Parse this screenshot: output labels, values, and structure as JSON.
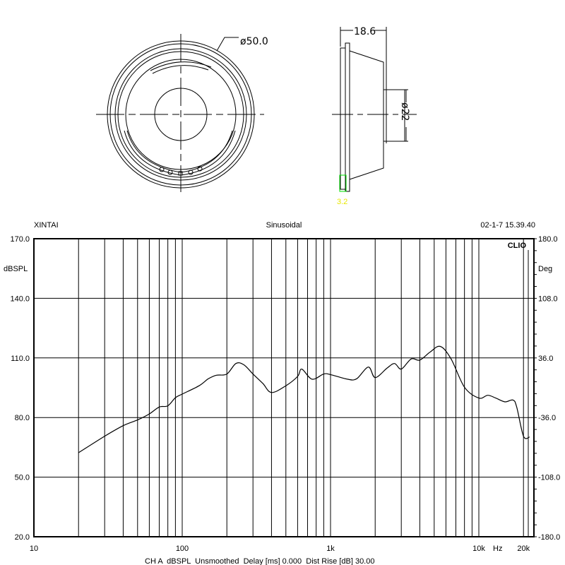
{
  "drawing": {
    "outer_diameter": "ø50.0",
    "depth": "18.6",
    "magnet_diameter": "ø22",
    "flange_thickness": "3.2"
  },
  "chart_data": {
    "type": "line",
    "header_left": "XINTAI",
    "title": "Sinusoidal",
    "header_right": "02-1-7 15.39.40",
    "brand": "CLIO",
    "ylabel": "dBSPL",
    "ylabel_right": "Deg",
    "xunit": "Hz",
    "footer": "CH A  dBSPL  Unsmoothed  Delay [ms] 0.000  Dist Rise [dB] 30.00",
    "xscale": "log",
    "xlim": [
      10,
      23500
    ],
    "ylim": [
      20,
      170
    ],
    "ylim_right": [
      -180,
      180
    ],
    "y_ticks": [
      {
        "value": 170,
        "label": "170.0"
      },
      {
        "value": 140,
        "label": "140.0"
      },
      {
        "value": 110,
        "label": "110.0"
      },
      {
        "value": 80,
        "label": "80.0"
      },
      {
        "value": 50,
        "label": "50.0"
      },
      {
        "value": 20,
        "label": "20.0"
      }
    ],
    "y_ticks_right": [
      "180.0",
      "108.0",
      "36.0",
      "-36.0",
      "-108.0",
      "-180.0"
    ],
    "x_ticks": [
      {
        "value": 10,
        "label": "10"
      },
      {
        "value": 100,
        "label": "100"
      },
      {
        "value": 1000,
        "label": "1k"
      },
      {
        "value": 10000,
        "label": "10k"
      },
      {
        "value": 20000,
        "label": "20k"
      }
    ],
    "x_grid": [
      20,
      30,
      40,
      50,
      60,
      70,
      80,
      90,
      100,
      200,
      300,
      400,
      500,
      600,
      700,
      800,
      900,
      1000,
      2000,
      3000,
      4000,
      5000,
      6000,
      7000,
      8000,
      9000,
      10000,
      20000
    ],
    "grid": true,
    "series": [
      {
        "name": "SPL",
        "x": [
          20,
          30,
          40,
          50,
          60,
          70,
          80,
          90,
          100,
          130,
          150,
          170,
          200,
          230,
          260,
          300,
          350,
          400,
          500,
          600,
          640,
          750,
          900,
          1000,
          1300,
          1500,
          1800,
          2000,
          2400,
          2700,
          3000,
          3500,
          4000,
          4700,
          5500,
          6500,
          8000,
          10000,
          11500,
          13000,
          15000,
          17000,
          18000,
          20000,
          22000
        ],
        "y": [
          62.3,
          70.6,
          75.9,
          78.8,
          81.8,
          85.3,
          85.9,
          90,
          91.8,
          96,
          99.5,
          101.3,
          101.9,
          107.2,
          106.6,
          101.9,
          97.1,
          92.6,
          96,
          100.7,
          104.4,
          99.3,
          101.9,
          101.6,
          99.3,
          99.5,
          105.4,
          100.1,
          104.8,
          107.2,
          104.4,
          109.5,
          108.9,
          113,
          115.8,
          109.5,
          95.3,
          89.8,
          91.2,
          89.8,
          87.9,
          88.8,
          85.3,
          70.6,
          70.2
        ]
      }
    ]
  }
}
